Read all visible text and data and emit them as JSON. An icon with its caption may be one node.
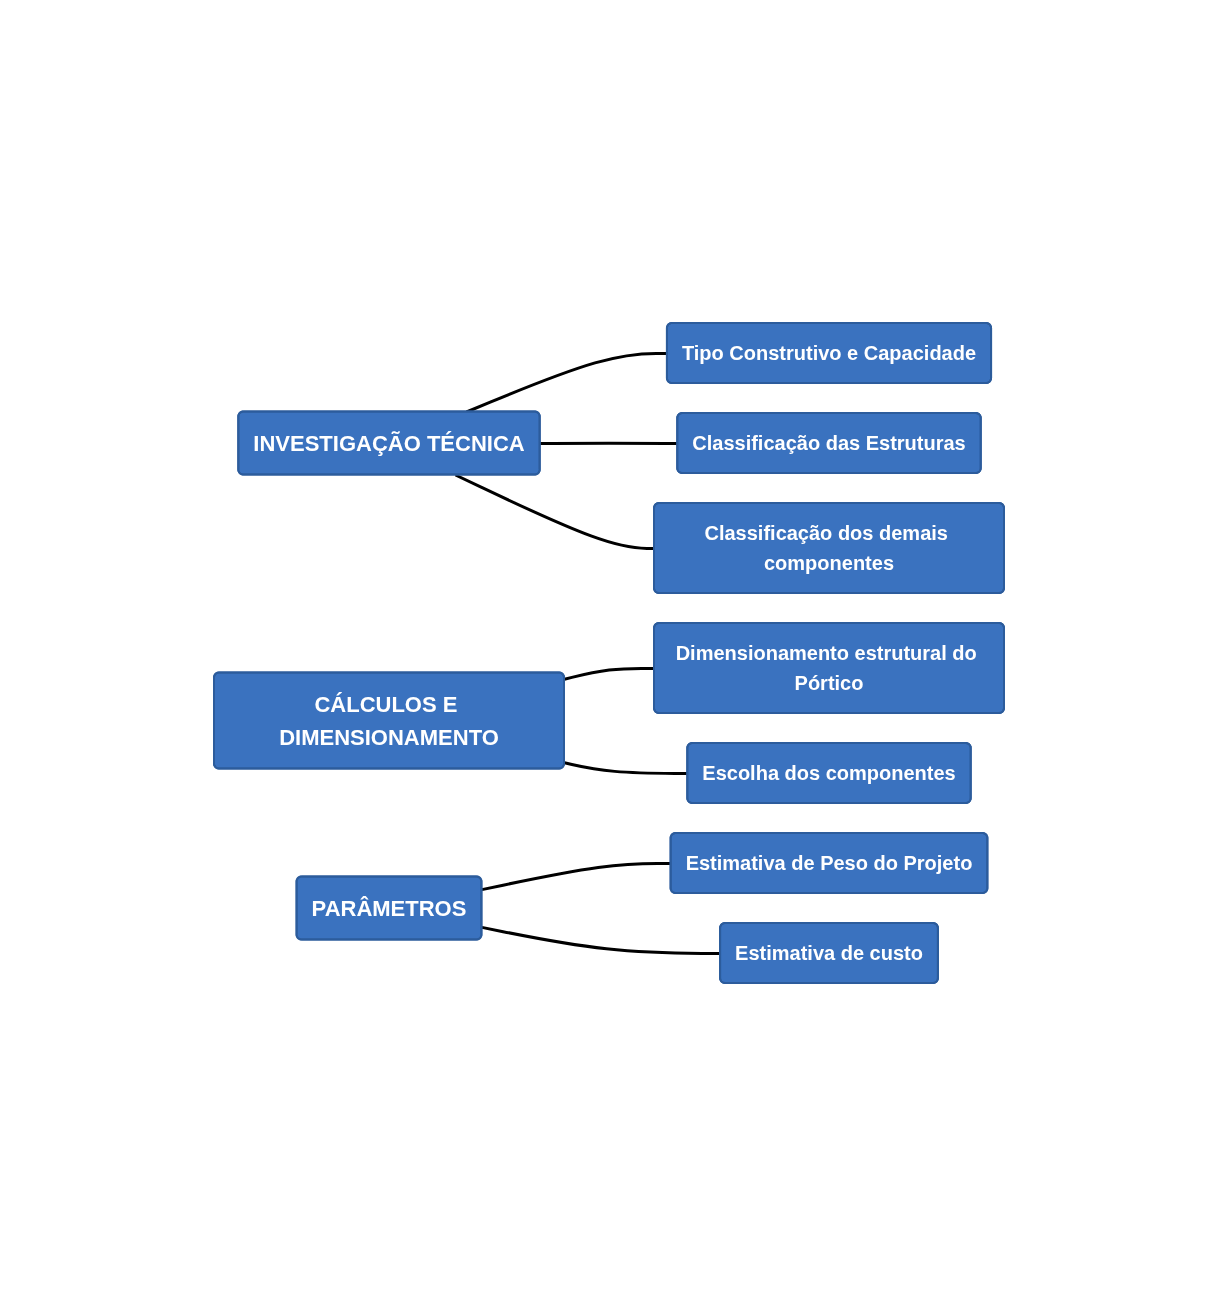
{
  "diagram": {
    "nodes": [
      {
        "text": [
          "INVESTIGAÇÃO TÉCNICA"
        ]
      },
      {
        "text": [
          "Tipo Construtivo e Capacidade"
        ]
      },
      {
        "text": [
          "Classificação das Estruturas"
        ]
      },
      {
        "text": [
          "Classificação dos demais componentes"
        ]
      },
      {
        "text": [
          "CÁLCULOS E DIMENSIONAMENTO"
        ]
      },
      {
        "text": [
          "Dimensionamento estrutural do Pórtico"
        ]
      },
      {
        "text": [
          "Escolha dos componentes"
        ]
      },
      {
        "text": [
          "PARÂMETROS"
        ]
      },
      {
        "text": [
          "Estimativa de Peso do Projeto"
        ]
      },
      {
        "text": [
          "Estimativa de custo"
        ]
      }
    ],
    "edges": [
      {
        "from": 0,
        "to": 1,
        "arrow": "none"
      },
      {
        "from": 0,
        "to": 2,
        "arrow": "none"
      },
      {
        "from": 0,
        "to": 3,
        "arrow": "none"
      },
      {
        "from": 4,
        "to": 5,
        "arrow": "none"
      },
      {
        "from": 4,
        "to": 6,
        "arrow": "none"
      },
      {
        "from": 7,
        "to": 8,
        "arrow": "none"
      },
      {
        "from": 7,
        "to": 9,
        "arrow": "none"
      }
    ]
  }
}
